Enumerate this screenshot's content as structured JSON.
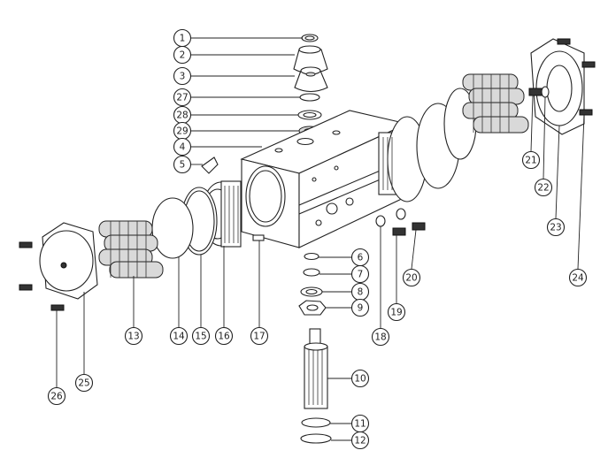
{
  "diagram": {
    "callouts": [
      {
        "id": "1",
        "label": "1"
      },
      {
        "id": "2",
        "label": "2"
      },
      {
        "id": "3",
        "label": "3"
      },
      {
        "id": "27",
        "label": "27"
      },
      {
        "id": "28",
        "label": "28"
      },
      {
        "id": "29",
        "label": "29"
      },
      {
        "id": "4",
        "label": "4"
      },
      {
        "id": "5",
        "label": "5"
      },
      {
        "id": "6",
        "label": "6"
      },
      {
        "id": "7",
        "label": "7"
      },
      {
        "id": "8",
        "label": "8"
      },
      {
        "id": "9",
        "label": "9"
      },
      {
        "id": "10",
        "label": "10"
      },
      {
        "id": "11",
        "label": "11"
      },
      {
        "id": "12",
        "label": "12"
      },
      {
        "id": "13",
        "label": "13"
      },
      {
        "id": "14",
        "label": "14"
      },
      {
        "id": "15",
        "label": "15"
      },
      {
        "id": "16",
        "label": "16"
      },
      {
        "id": "17",
        "label": "17"
      },
      {
        "id": "18",
        "label": "18"
      },
      {
        "id": "19",
        "label": "19"
      },
      {
        "id": "20",
        "label": "20"
      },
      {
        "id": "21",
        "label": "21"
      },
      {
        "id": "22",
        "label": "22"
      },
      {
        "id": "23",
        "label": "23"
      },
      {
        "id": "24",
        "label": "24"
      },
      {
        "id": "25",
        "label": "25"
      },
      {
        "id": "26",
        "label": "26"
      }
    ]
  }
}
